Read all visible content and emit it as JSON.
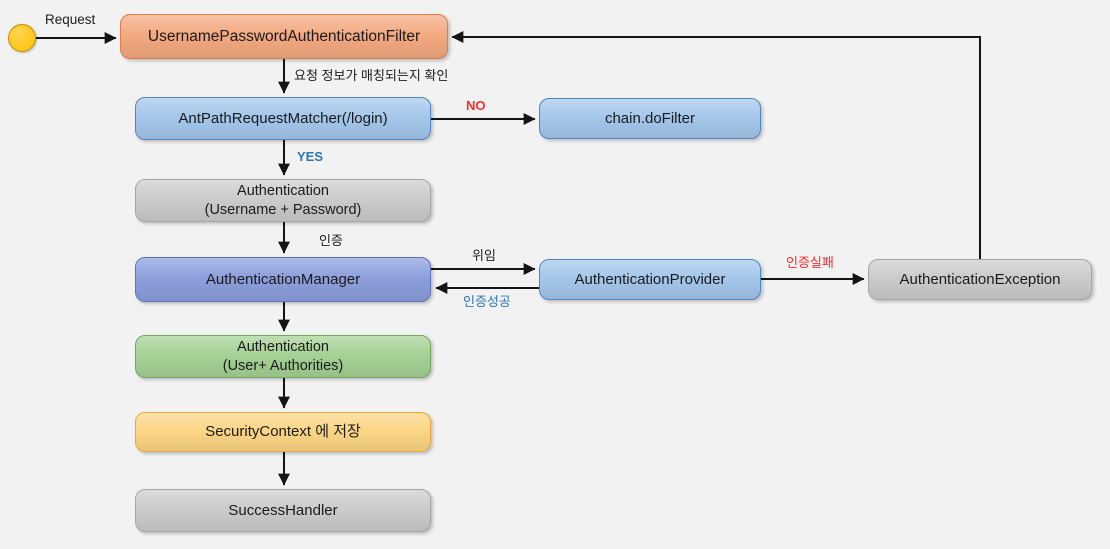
{
  "colors": {
    "bg": "#F2F2F2",
    "wire": "#141414",
    "c-orange": "#F3A880",
    "b-orange": "#E07A4F",
    "c-blue": "#A3C6EA",
    "b-blue": "#4E87C4",
    "c-gray": "#CBCBCA",
    "b-gray": "#A6A6A6",
    "c-purple": "#8C9EDC",
    "b-purple": "#5E73BD",
    "c-green": "#A4D194",
    "b-green": "#74A95D",
    "c-yellow": "#FBD584",
    "b-yellow": "#E9AA3F",
    "c-circle": "#FFC000",
    "b-circle": "#C28F00",
    "red-label": "#FF2B2B",
    "blue-label": "#2E75B6"
  },
  "nodes": {
    "filter": {
      "label": "UsernamePasswordAuthenticationFilter"
    },
    "matcher": {
      "label": "AntPathRequestMatcher(/login)"
    },
    "chain": {
      "label": "chain.doFilter"
    },
    "auth_credentials": {
      "line1": "Authentication",
      "line2": "(Username + Password)"
    },
    "manager": {
      "label": "AuthenticationManager"
    },
    "provider": {
      "label": "AuthenticationProvider"
    },
    "exception": {
      "label": "AuthenticationException"
    },
    "auth_authorities": {
      "line1": "Authentication",
      "line2": "(User+ Authorities)"
    },
    "security_context": {
      "label": "SecurityContext 에 저장"
    },
    "success_handler": {
      "label": "SuccessHandler"
    }
  },
  "edge_labels": {
    "request": "Request",
    "match_check": "요청 정보가 매칭되는지 확인",
    "no": "NO",
    "yes": "YES",
    "authenticate": "인증",
    "delegate": "위임",
    "auth_success": "인증성공",
    "auth_fail": "인증실패"
  }
}
